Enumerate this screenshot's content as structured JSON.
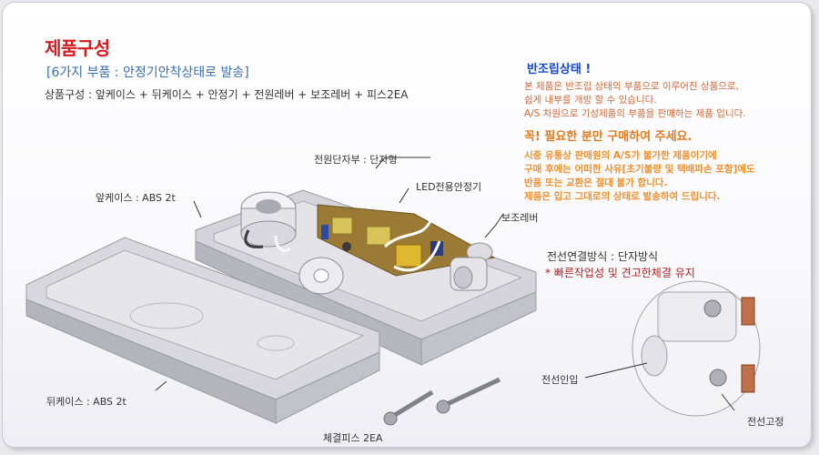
{
  "header": {
    "title": "제품구성",
    "subtitle": "[6가지 부품 : 안정기안착상태로 발송]",
    "composition": "상품구성 : 앞케이스 + 뒤케이스 + 안정기 + 전원레버 + 보조레버 + 피스2EA"
  },
  "notice_semi": {
    "title": "반조립상태 !",
    "lines": [
      "본 제품은 반조립 상태의 부품으로 이루어진 상품으로,",
      "쉽게 내부를 개방 할 수 있습니다.",
      "A/S 차원으로 기성제품의 부품을 판매하는 제품 입니다."
    ]
  },
  "notice_buy": {
    "title": "꼭! 필요한 분만 구매하여 주세요.",
    "lines": [
      "시중 유통상 판매원의 A/S가 불가한 제품이기에",
      "구매 후에는 어떠한 사유[초기불량 및 택배파손 포함]에도",
      "반품 또는 교환은 절대 불가 합니다.",
      "제품은 입고 그대로의 상태로 발송하여 드립니다."
    ]
  },
  "labels": {
    "power_terminal": "전원단자부 : 단자형",
    "led_ballast": "LED전용안정기",
    "front_case": "앞케이스 : ABS 2t",
    "aux_lever": "보조레버",
    "wire_method": "전선연결방식 : 단자방식",
    "wire_note": "* 빠른작업성 및 견고한체결 유지",
    "back_case": "뒤케이스 : ABS 2t",
    "screws": "체결피스 2EA",
    "wire_in": "전선인입",
    "wire_fix": "전선고정"
  },
  "colors": {
    "title_red": "#d8191c",
    "subtitle_blue": "#3b6fb0",
    "notice_blue": "#1648c8",
    "notice_orange": "#e07a1e"
  }
}
